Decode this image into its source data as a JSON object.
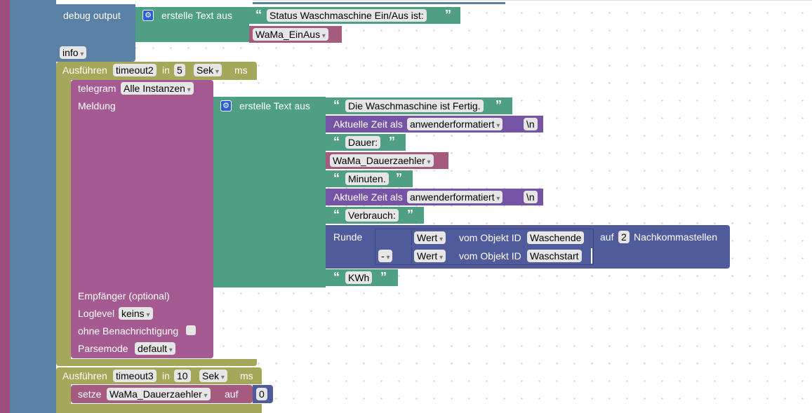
{
  "debug": {
    "label": "debug output",
    "create_text": "erstelle Text aus",
    "status_text": "Status Waschmaschine Ein/Aus ist:",
    "variable": "WaMa_EinAus",
    "level": "info"
  },
  "timeout2": {
    "exec_label": "Ausführen",
    "name": "timeout2",
    "in_label": "in",
    "value": "5",
    "unit": "Sek",
    "ms_label": "ms"
  },
  "telegram": {
    "label": "telegram",
    "instance": "Alle Instanzen",
    "message_label": "Meldung",
    "create_text": "erstelle Text aus",
    "recipient_label": "Empfänger (optional)",
    "loglevel_label": "Loglevel",
    "loglevel_value": "keins",
    "silent_label": "ohne Benachrichtigung",
    "parsemode_label": "Parsemode",
    "parsemode_value": "default"
  },
  "text_items": {
    "fertig": "Die Waschmaschine ist Fertig.",
    "time_label": "Aktuelle Zeit als",
    "time_format": "anwenderformatiert",
    "newline": "\\n",
    "dauer": "Dauer:",
    "counter_var": "WaMa_Dauerzaehler",
    "minuten": "Minuten.",
    "verbrauch": "Verbrauch:",
    "kwh": "KWh"
  },
  "round": {
    "label": "Runde",
    "value_a": "Wert",
    "object_label_a": "vom Objekt ID",
    "object_a": "Waschende",
    "operator": "-",
    "value_b": "Wert",
    "object_label_b": "vom Objekt ID",
    "object_b": "Waschstart",
    "on_label": "auf",
    "digits": "2",
    "decimals_label": "Nachkommastellen"
  },
  "timeout3": {
    "exec_label": "Ausführen",
    "name": "timeout3",
    "in_label": "in",
    "value": "10",
    "unit": "Sek",
    "ms_label": "ms",
    "set_label": "setze",
    "variable": "WaMa_Dauerzaehler",
    "on_label": "auf",
    "set_value": "0"
  },
  "colors": {
    "sidebar": "#9c4f7c",
    "outer_block": "#5b80a5",
    "text_block": "#4f9f85",
    "timeout_block": "#a5a85a",
    "telegram_block": "#a55b91",
    "variable_block": "#a55b80",
    "time_block": "#7554a6",
    "math_block": "#4f5b9b"
  }
}
